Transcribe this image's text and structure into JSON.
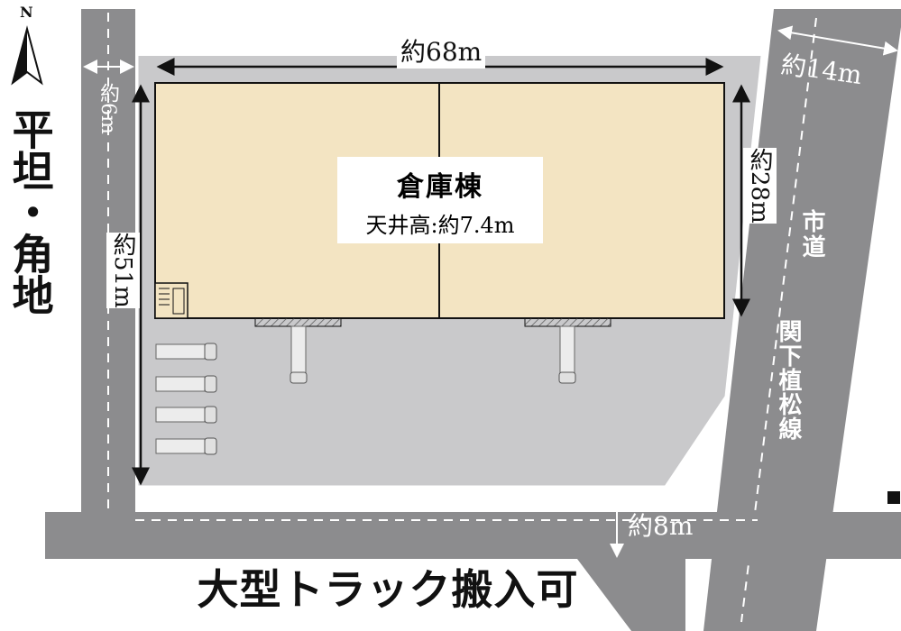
{
  "compass": {
    "label": "N",
    "icon": "north-arrow-icon"
  },
  "side_title": "平坦・角地",
  "building": {
    "name": "倉庫棟",
    "ceiling": "天井高:約7.4m"
  },
  "dimensions": {
    "width": "約68m",
    "depth_east": "約28m",
    "site_depth": "約51m",
    "west_road": "約6m",
    "east_road": "約14m",
    "south_road": "約8m"
  },
  "road_name": {
    "city_road": "市道",
    "line_name": "関下植松線"
  },
  "bottom_note": "大型トラック搬入可",
  "colors": {
    "road": "#8c8c8e",
    "lot": "#c9c9cb",
    "building_fill": "#f3e4c2",
    "outline": "#111111",
    "background": "#ffffff"
  }
}
